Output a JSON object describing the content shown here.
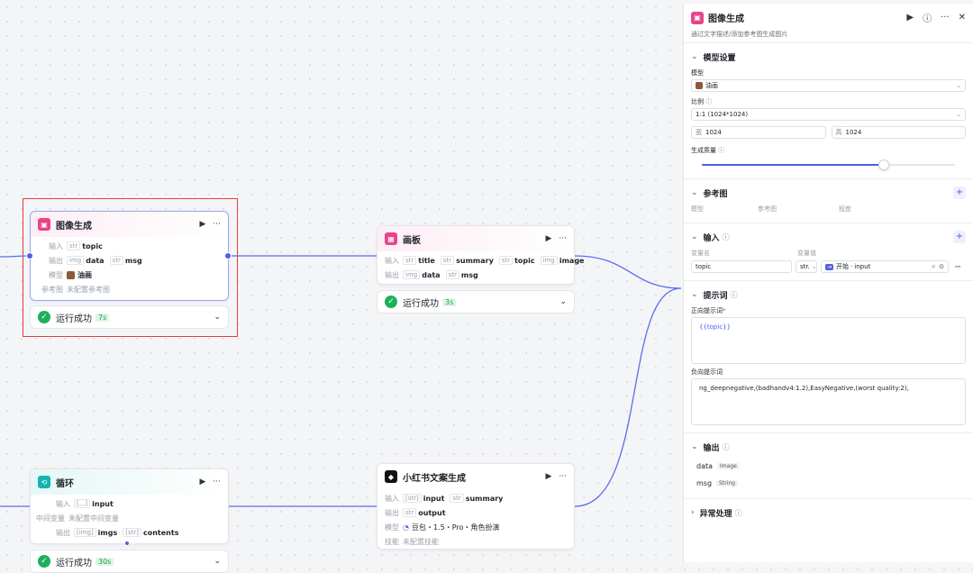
{
  "nodes": {
    "image_gen": {
      "title": "图像生成",
      "input_label": "输入",
      "input_chips": [
        {
          "type": "str",
          "name": "topic"
        }
      ],
      "output_label": "输出",
      "output_chips": [
        {
          "type": "img",
          "name": "data"
        },
        {
          "type": "str",
          "name": "msg"
        }
      ],
      "model_label": "模型",
      "model_value": "油画",
      "ref_label": "参考图",
      "ref_value": "未配置参考图",
      "status": "运行成功",
      "time": "7s"
    },
    "board": {
      "title": "画板",
      "input_label": "输入",
      "input_chips": [
        {
          "type": "str",
          "name": "title"
        },
        {
          "type": "str",
          "name": "summary"
        },
        {
          "type": "str",
          "name": "topic"
        },
        {
          "type": "img",
          "name": "image"
        }
      ],
      "output_label": "输出",
      "output_chips": [
        {
          "type": "img",
          "name": "data"
        },
        {
          "type": "str",
          "name": "msg"
        }
      ],
      "status": "运行成功",
      "time": "3s"
    },
    "loop": {
      "title": "循环",
      "input_label": "输入",
      "input_chips": [
        {
          "type": "[...]",
          "name": "input"
        }
      ],
      "mid_label": "中间变量",
      "mid_value": "未配置中间变量",
      "output_label": "输出",
      "output_chips": [
        {
          "type": "[img]",
          "name": "imgs"
        },
        {
          "type": "[str]",
          "name": "contents"
        }
      ],
      "status": "运行成功",
      "time": "30s"
    },
    "xhs": {
      "title": "小红书文案生成",
      "input_label": "输入",
      "input_chips": [
        {
          "type": "[str]",
          "name": "input"
        },
        {
          "type": "str",
          "name": "summary"
        }
      ],
      "output_label": "输出",
      "output_chips": [
        {
          "type": "str",
          "name": "output"
        }
      ],
      "model_label": "模型",
      "model_value": "豆包・1.5・Pro・角色扮演",
      "skill_label": "技能",
      "skill_value": "未配置技能"
    }
  },
  "panel": {
    "title": "图像生成",
    "description": "通过文字描述/添加参考图生成图片",
    "model_section": "模型设置",
    "model_label": "模型",
    "model_value": "油画",
    "ratio_label": "比例",
    "ratio_value": "1:1 (1024*1024)",
    "width_label": "宽",
    "width_value": "1024",
    "height_label": "高",
    "height_value": "1024",
    "quality_label": "生成质量",
    "quality_fraction": 0.72,
    "ref_section": "参考图",
    "ref_cols": [
      "模型",
      "参考图",
      "程度"
    ],
    "input_section": "输入",
    "var_name_col": "变量名",
    "var_value_col": "变量值",
    "var_name": "topic",
    "var_type": "str.",
    "var_source_node": "开始",
    "var_source_field": "input",
    "prompt_section": "提示词",
    "positive_label": "正向提示词",
    "positive_value": "{{topic}}",
    "negative_label": "负向提示词",
    "negative_value": "ng_deepnegative,(badhandv4:1.2),EasyNegative,(worst quality:2),",
    "output_section": "输出",
    "outputs": [
      {
        "name": "data",
        "type": "Image"
      },
      {
        "name": "msg",
        "type": "String"
      }
    ],
    "error_section": "异常处理"
  },
  "colors": {
    "accent": "#4e5fe8",
    "success": "#1bb15a",
    "image_node": "#e8448a",
    "loop_node": "#12b5b0",
    "selection": "#e53c3c"
  }
}
